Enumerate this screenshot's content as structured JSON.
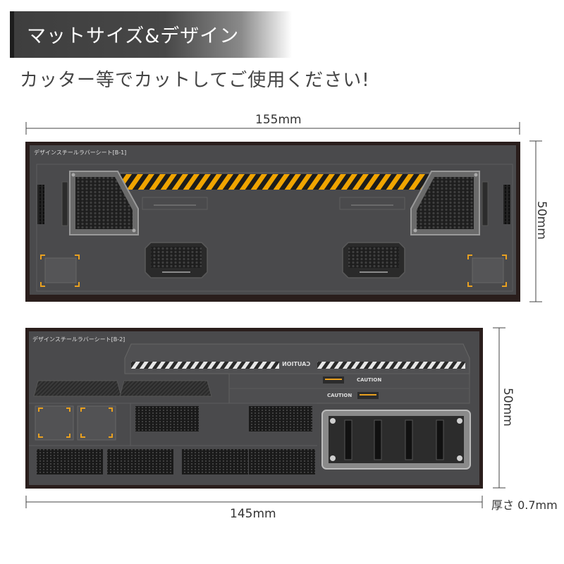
{
  "header": {
    "title": "マットサイズ&デザイン",
    "subtitle": "カッター等でカットしてご使用ください!"
  },
  "mat1": {
    "label": "デザインスチールラバーシート[B-1]",
    "width_label": "155mm",
    "height_label": "50mm"
  },
  "mat2": {
    "label": "デザインスチールラバーシート[B-2]",
    "width_label": "145mm",
    "height_label": "50mm",
    "thickness_label": "厚さ 0.7mm",
    "caution_banner": "CAUTION",
    "caution_label_1": "CAUTION",
    "caution_label_2": "CAUTION"
  },
  "colors": {
    "mat_bg": "#4a4a4c",
    "mat_border": "#2a1e1c",
    "hazard_yellow": "#f0a400",
    "hazard_white": "#e8e8e8",
    "corner_orange": "#e8a020"
  }
}
